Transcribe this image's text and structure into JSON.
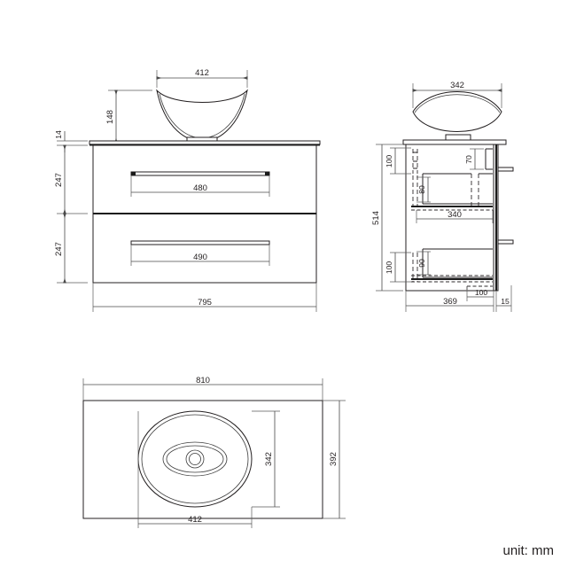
{
  "document": {
    "type": "technical-drawing",
    "title": "Bathroom vanity unit with countertop basin — dimensioned drawing",
    "unit_note": "unit: mm",
    "background_color": "#ffffff",
    "line_color": "#231f20"
  },
  "views": {
    "front": {
      "name": "front-elevation",
      "dimensions": {
        "basin_width": "412",
        "basin_height": "148",
        "countertop_thickness": "14",
        "upper_drawer_height": "247",
        "lower_drawer_height": "247",
        "upper_handle_width": "480",
        "lower_handle_width": "490",
        "cabinet_width": "795"
      }
    },
    "side": {
      "name": "side-elevation",
      "dimensions": {
        "basin_width": "342",
        "top_inset": "100",
        "top_right_inset": "70",
        "upper_drawer_inner": "80",
        "upper_drawer_depth": "340",
        "total_height": "514",
        "bottom_inset": "100",
        "lower_drawer_inner": "90",
        "bottom_offset": "100",
        "cabinet_depth": "369",
        "back_panel": "15"
      }
    },
    "plan": {
      "name": "top-plan",
      "dimensions": {
        "countertop_width": "810",
        "countertop_depth": "392",
        "basin_width": "412",
        "basin_depth": "342"
      }
    }
  },
  "labels": {
    "front_412": "412",
    "front_148": "148",
    "front_14": "14",
    "front_247_upper": "247",
    "front_247_lower": "247",
    "front_480": "480",
    "front_490": "490",
    "front_795": "795",
    "side_342": "342",
    "side_100_top": "100",
    "side_70": "70",
    "side_80": "80",
    "side_340": "340",
    "side_514": "514",
    "side_100_bottom": "100",
    "side_90": "90",
    "side_100_base": "100",
    "side_369": "369",
    "side_15": "15",
    "plan_810": "810",
    "plan_392": "392",
    "plan_342": "342",
    "plan_412": "412",
    "unit": "unit: mm"
  }
}
